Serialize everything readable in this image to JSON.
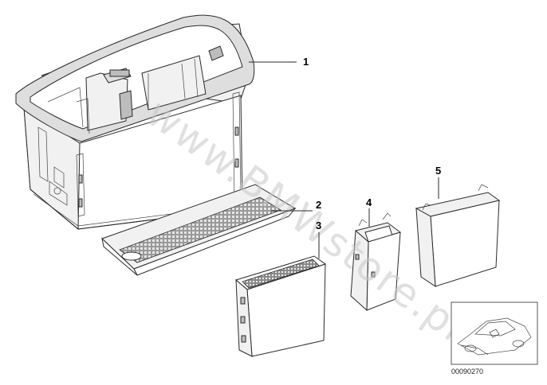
{
  "callouts": {
    "part_1": "1",
    "part_2": "2",
    "part_3": "3",
    "part_4": "4",
    "part_5": "5"
  },
  "watermark_text": "www.BMWstore.pl",
  "diagram_id": "00090270",
  "colors": {
    "line": "#2a2a2a",
    "watermark": "#c8c8c8",
    "background": "#ffffff"
  }
}
